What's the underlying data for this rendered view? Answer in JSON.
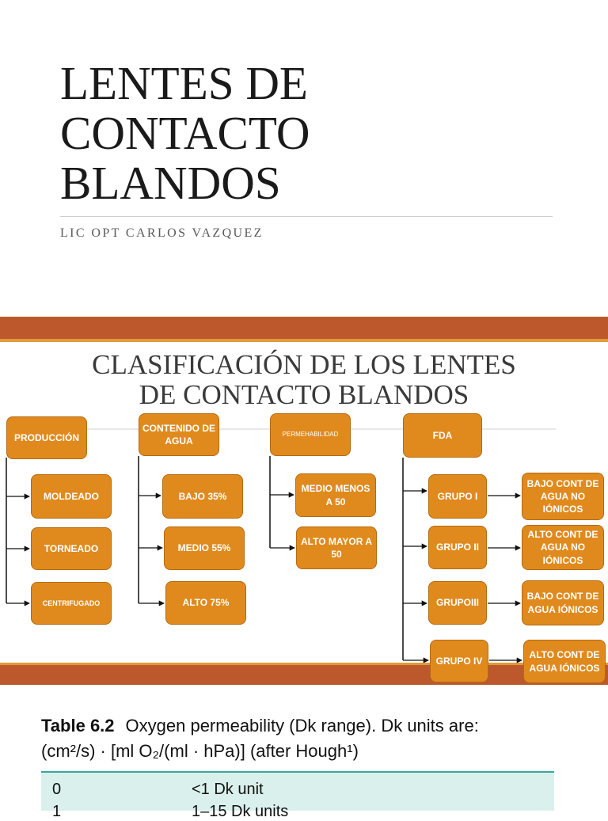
{
  "slide1": {
    "title": "LENTES DE\nCONTACTO\nBLANDOS",
    "subtitle": "LIC OPT CARLOS VAZQUEZ"
  },
  "slide2": {
    "title_line1": "CLASIFICACIÓN DE LOS LENTES",
    "title_line2": "DE CONTACTO BLANDOS",
    "produccion": {
      "header": "PRODUCCIÓN",
      "items": [
        "MOLDEADO",
        "TORNEADO",
        "CENTRIFUGADO"
      ]
    },
    "contenido": {
      "header": "CONTENIDO DE AGUA",
      "items": [
        "BAJO 35%",
        "MEDIO 55%",
        "ALTO 75%"
      ]
    },
    "permeabilidad": {
      "header": "PERMEHABILIDAD",
      "items": [
        "MEDIO MENOS A 50",
        "ALTO MAYOR A 50"
      ]
    },
    "fda": {
      "header": "FDA",
      "groups": [
        "GRUPO I",
        "GRUPO II",
        "GRUPOIII",
        "GRUPO IV"
      ],
      "descriptions": [
        "BAJO CONT DE AGUA NO IÓNICOS",
        "ALTO CONT DE AGUA NO IÓNICOS",
        "BAJO CONT DE AGUA IÓNICOS",
        "ALTO CONT DE AGUA IÓNICOS"
      ]
    }
  },
  "slide3": {
    "table_label": "Table 6.2",
    "heading_line1": "Oxygen permeability (Dk range). Dk units are:",
    "heading_line2": "(cm²/s) · [ml O₂/(ml · hPa)] (after Hough¹)",
    "rows": [
      {
        "code": "0",
        "range": "<1 Dk unit"
      },
      {
        "code": "1",
        "range": "1–15 Dk units"
      }
    ]
  },
  "colors": {
    "box_fill": "#e08a1e",
    "band": "#bd582c",
    "band_accent": "#e09a3a",
    "table_fill": "#d9f0ec",
    "table_rule": "#3aa79a"
  }
}
